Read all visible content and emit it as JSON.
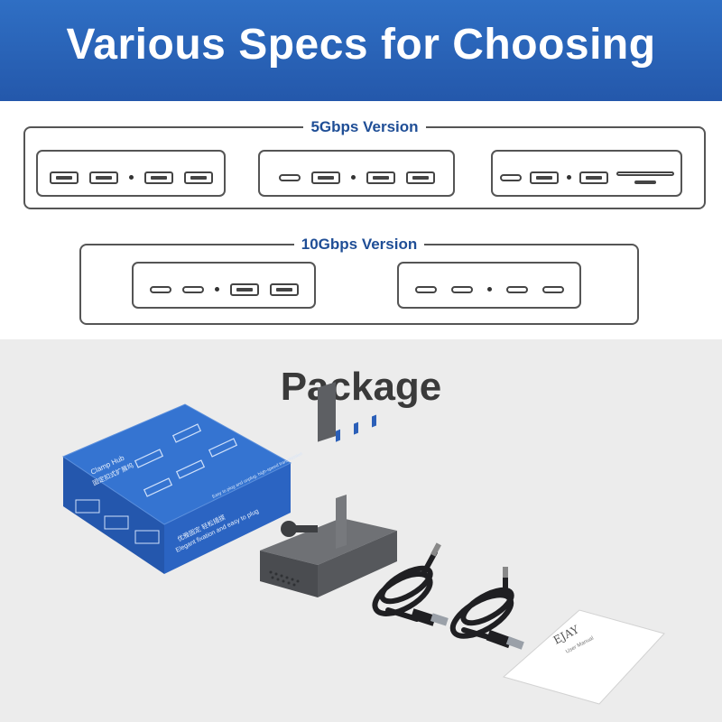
{
  "banner": {
    "title": "Various Specs for Choosing"
  },
  "spec_5g": {
    "label": "5Gbps Version"
  },
  "spec_10g": {
    "label": "10Gbps Version"
  },
  "package": {
    "title": "Package"
  },
  "box": {
    "title_cn": "固定扣式扩展坞",
    "title_en": "Clamp Hub",
    "side_cn": "优雅固定 轻松插拔",
    "side_en": "Elegant fixation and easy to plug",
    "side_en2": "Easy to plug and unplug, high-speed transmission"
  },
  "manual": {
    "brand": "EJAY",
    "subtitle": "User Manual"
  },
  "colors": {
    "banner": "#2c66bd",
    "frame_label": "#1f4e96",
    "box_blue": "#2a63c6",
    "pkg_bg": "#ececec"
  }
}
